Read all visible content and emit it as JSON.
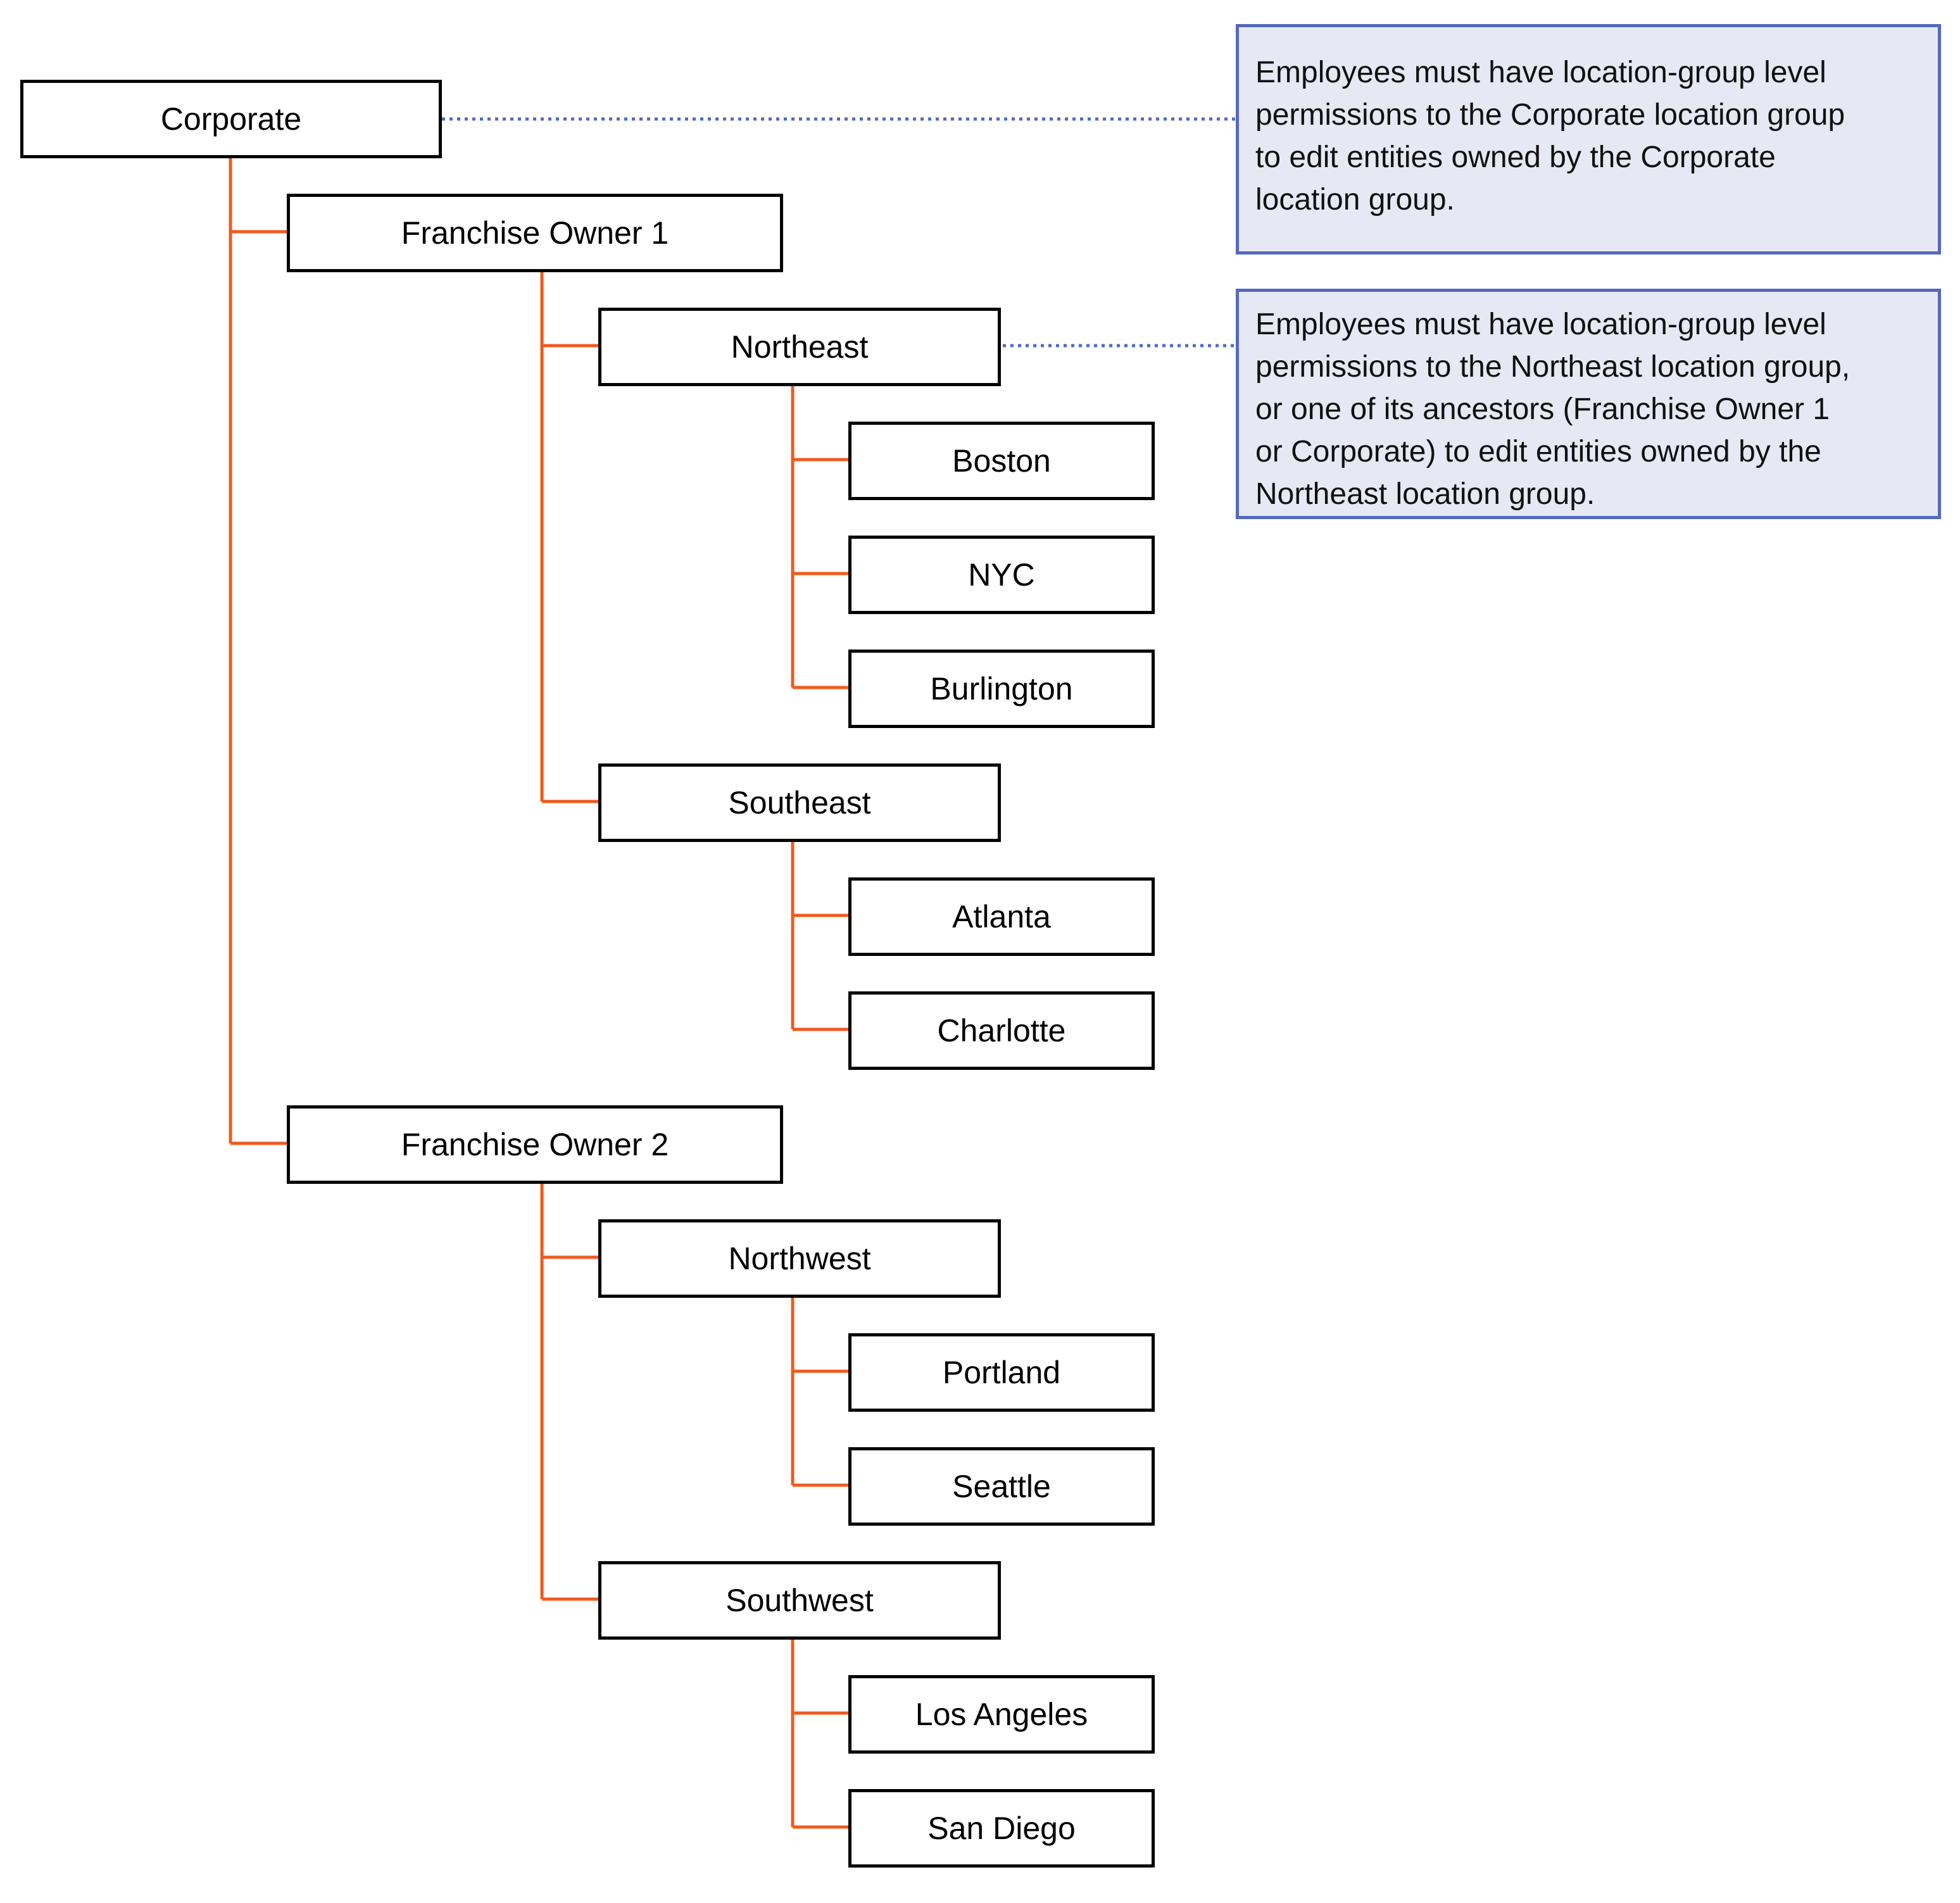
{
  "colors": {
    "connector": "#f05a1e",
    "node_border": "#000000",
    "callout_border": "#5468c2",
    "callout_fill": "#e6e8f4",
    "dotted_link": "#5468c2"
  },
  "nodes": {
    "corporate": "Corporate",
    "franchise_owner_1": "Franchise Owner 1",
    "franchise_owner_2": "Franchise Owner 2",
    "northeast": "Northeast",
    "southeast": "Southeast",
    "northwest": "Northwest",
    "southwest": "Southwest",
    "boston": "Boston",
    "nyc": "NYC",
    "burlington": "Burlington",
    "atlanta": "Atlanta",
    "charlotte": "Charlotte",
    "portland": "Portland",
    "seattle": "Seattle",
    "los_angeles": "Los Angeles",
    "san_diego": "San Diego"
  },
  "callouts": {
    "corporate": {
      "lines": [
        "Employees must have location-group level",
        "permissions to the Corporate location group",
        "to edit entities owned by the Corporate",
        "location group."
      ]
    },
    "northeast": {
      "lines": [
        "Employees must have location-group level",
        "permissions to the Northeast location group,",
        "or one of its ancestors (Franchise Owner 1",
        "or Corporate) to edit entities owned by the",
        "Northeast location group."
      ]
    }
  }
}
